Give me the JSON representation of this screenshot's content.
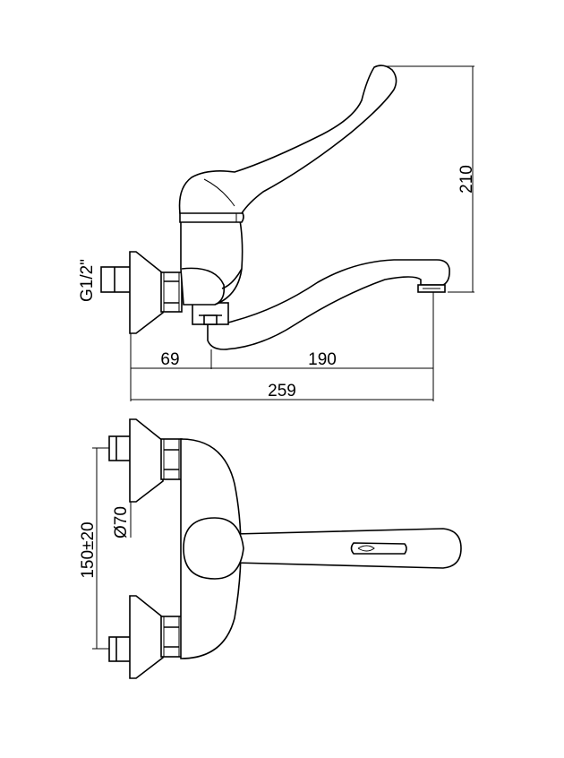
{
  "dimensions": {
    "thread": "G1/2\"",
    "height": "210",
    "offset": "69",
    "spout_reach": "190",
    "total_length": "259",
    "flange_diameter": "Ø70",
    "centers": "150±20"
  }
}
